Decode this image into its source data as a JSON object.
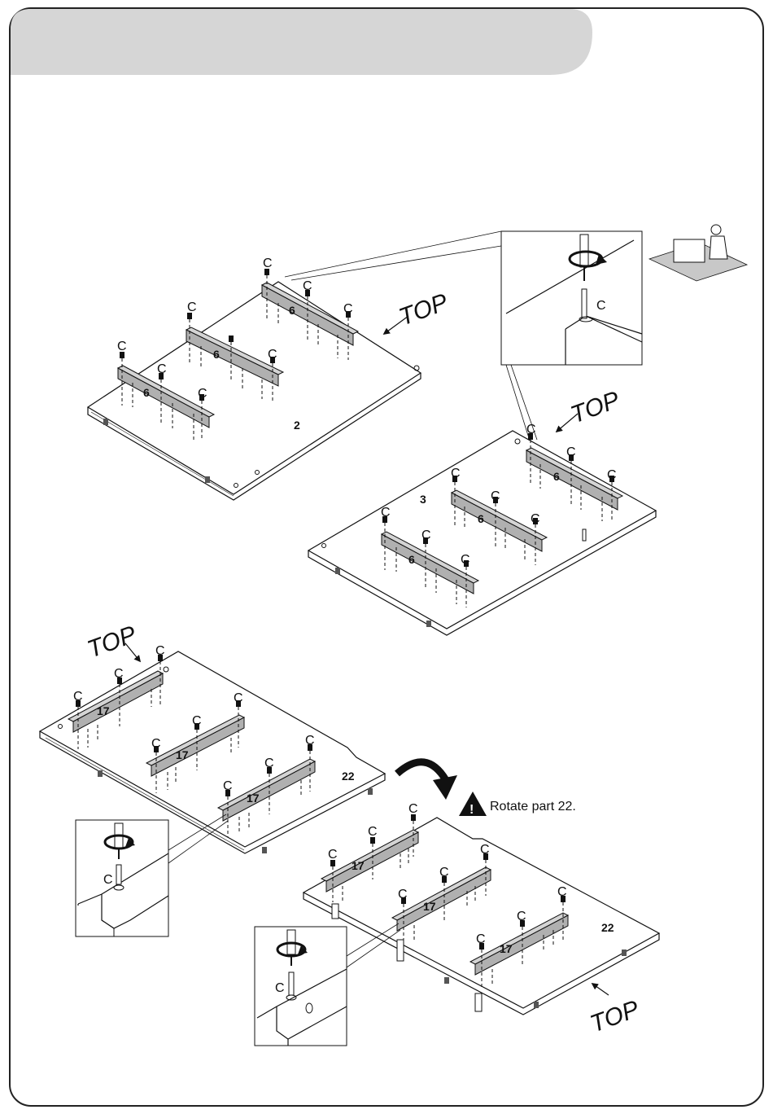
{
  "labels": {
    "screw": "C",
    "top": "TOP",
    "part_rail": "6",
    "part_rail_alt": "17",
    "panel_2": "2",
    "panel_3": "3",
    "panel_22": "22"
  },
  "warning": {
    "text": "Rotate part 22.",
    "symbol": "!"
  },
  "colors": {
    "header_band": "#d6d6d6",
    "rail_fill": "#b0b0b0",
    "line": "#111111"
  },
  "icons": [
    "screwdriver-icon",
    "rotate-arrow-icon",
    "warning-triangle-icon",
    "assembler-figure-icon"
  ]
}
